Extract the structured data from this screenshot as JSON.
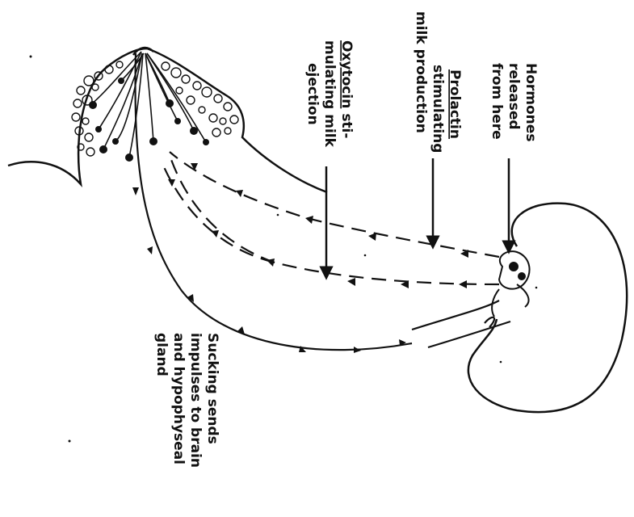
{
  "labels": {
    "hormones": [
      "Hormones",
      "released",
      "from here"
    ],
    "prolactin_name": "Prolactin",
    "prolactin_rest": [
      "stimulating",
      "milk production"
    ],
    "oxytocin_name": "Oxytocin",
    "oxytocin_rest": [
      "sti-",
      "mulating milk",
      "ejection"
    ],
    "sucking": [
      "Sucking sends",
      "impulses to brain",
      "and hypophyseal",
      "gland"
    ]
  },
  "colors": {
    "ink": "#111111",
    "paper": "#ffffff"
  }
}
